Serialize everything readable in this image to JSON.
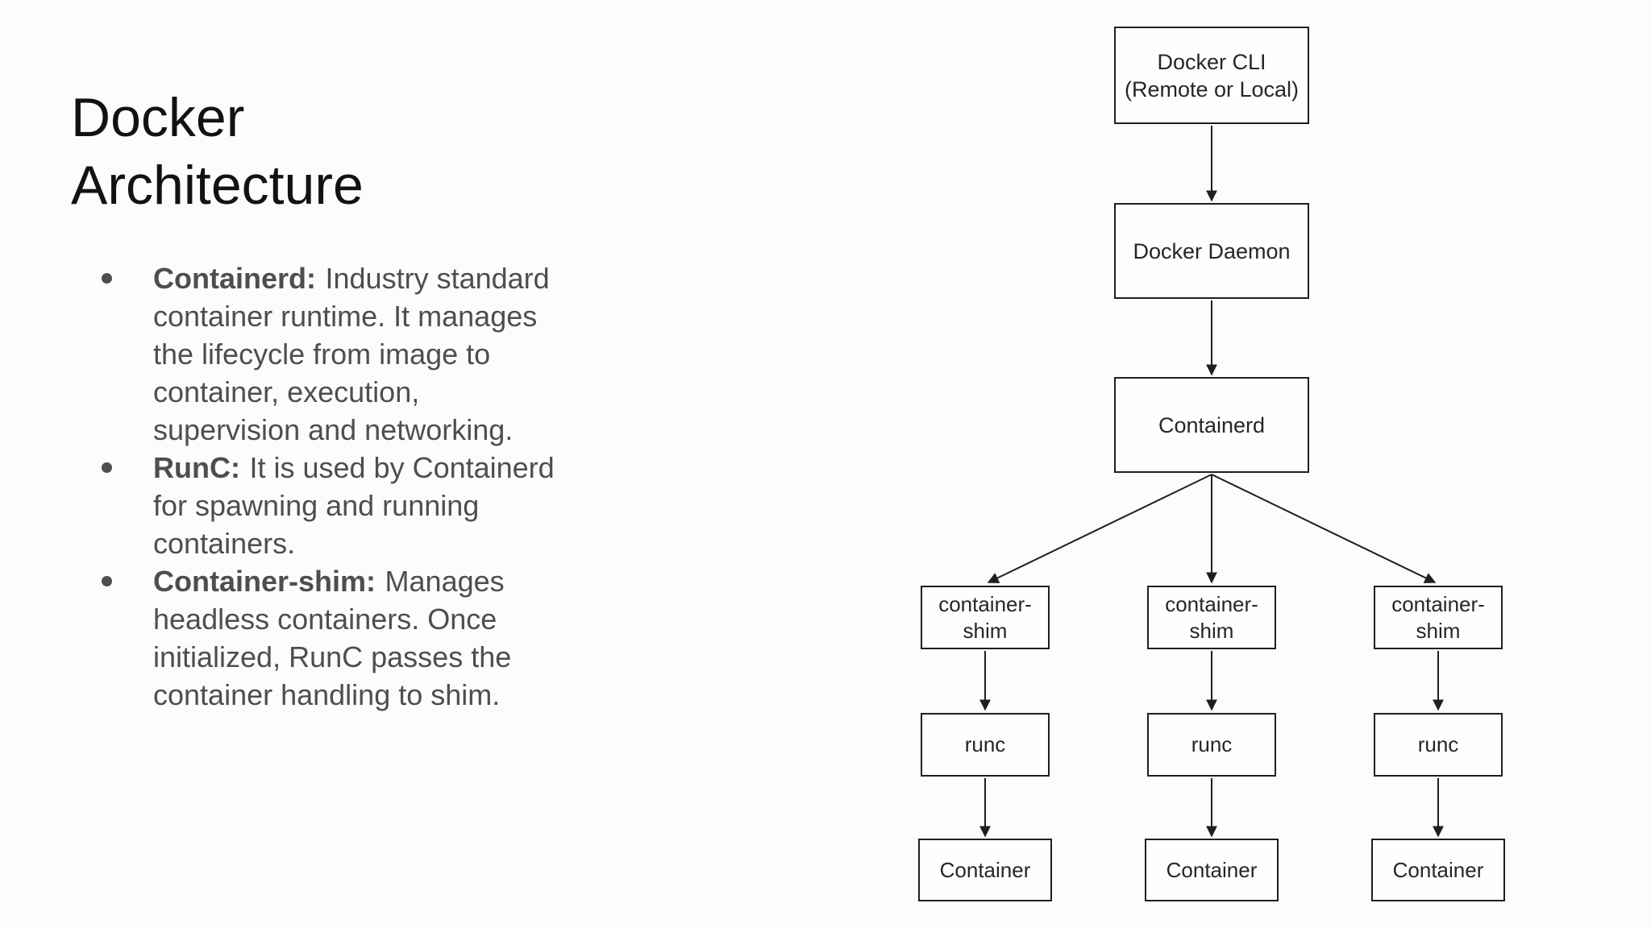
{
  "slide": {
    "title_line1": "Docker",
    "title_line2": "Architecture",
    "bullets": [
      {
        "label": "Containerd:",
        "text": "Industry standard container runtime. It manages the lifecycle from image to container, execution, supervision and networking."
      },
      {
        "label": "RunC:",
        "text": "It is used by Containerd for spawning and running containers."
      },
      {
        "label": "Container-shim:",
        "text": "Manages headless containers. Once initialized, RunC passes the container handling to shim."
      }
    ]
  },
  "diagram": {
    "type": "flowchart",
    "nodes": {
      "cli_line1": "Docker CLI",
      "cli_line2": "(Remote or Local)",
      "daemon": "Docker Daemon",
      "containerd": "Containerd",
      "shim_line1": "container-",
      "shim_line2": "shim",
      "runc": "runc",
      "container": "Container"
    },
    "edges": [
      {
        "from": "Docker CLI (Remote or Local)",
        "to": "Docker Daemon"
      },
      {
        "from": "Docker Daemon",
        "to": "Containerd"
      },
      {
        "from": "Containerd",
        "to": "container-shim (left)"
      },
      {
        "from": "Containerd",
        "to": "container-shim (middle)"
      },
      {
        "from": "Containerd",
        "to": "container-shim (right)"
      },
      {
        "from": "container-shim (left)",
        "to": "runc (left)"
      },
      {
        "from": "container-shim (middle)",
        "to": "runc (middle)"
      },
      {
        "from": "container-shim (right)",
        "to": "runc (right)"
      },
      {
        "from": "runc (left)",
        "to": "Container (left)"
      },
      {
        "from": "runc (middle)",
        "to": "Container (middle)"
      },
      {
        "from": "runc (right)",
        "to": "Container (right)"
      }
    ]
  },
  "colors": {
    "background": "#fcfcfc",
    "title_text": "#121212",
    "body_text": "#4e4e4e",
    "box_border": "#1f1f1f",
    "box_fill": "#fefefe",
    "box_text": "#262626",
    "arrow": "#1f1f1f"
  }
}
